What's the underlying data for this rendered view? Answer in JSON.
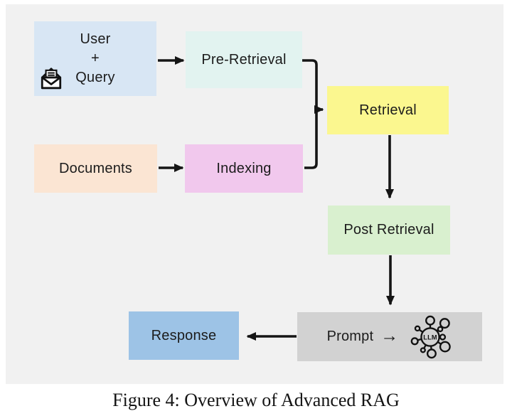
{
  "figure": {
    "caption": "Figure 4: Overview of Advanced RAG"
  },
  "diagram": {
    "nodes": {
      "user_query": {
        "line1": "User",
        "line2": "+",
        "line3": "Query",
        "icon": "envelope-icon",
        "color": "#d8e6f4"
      },
      "pre_retrieval": {
        "label": "Pre-Retrieval",
        "color": "#e2f3f0"
      },
      "documents": {
        "label": "Documents",
        "color": "#fbe5d3"
      },
      "indexing": {
        "label": "Indexing",
        "color": "#f1c8ed"
      },
      "retrieval": {
        "label": "Retrieval",
        "color": "#fbf78f"
      },
      "post_retrieval": {
        "label": "Post Retrieval",
        "color": "#d9f0cf"
      },
      "prompt": {
        "label": "Prompt",
        "arrow_glyph": "→",
        "icon": "llm-icon",
        "icon_label": "LLM",
        "color": "#d2d2d2"
      },
      "response": {
        "label": "Response",
        "color": "#9dc3e6"
      }
    },
    "edges": [
      {
        "from": "user_query",
        "to": "pre_retrieval"
      },
      {
        "from": "documents",
        "to": "indexing"
      },
      {
        "from": "pre_retrieval",
        "to": "retrieval"
      },
      {
        "from": "indexing",
        "to": "retrieval"
      },
      {
        "from": "retrieval",
        "to": "post_retrieval"
      },
      {
        "from": "post_retrieval",
        "to": "prompt"
      },
      {
        "from": "prompt",
        "to": "response"
      }
    ],
    "colors": {
      "panel_background": "#f1f1f1",
      "page_background": "#ffffff",
      "connector": "#151515",
      "text": "#1c1c1c"
    }
  }
}
